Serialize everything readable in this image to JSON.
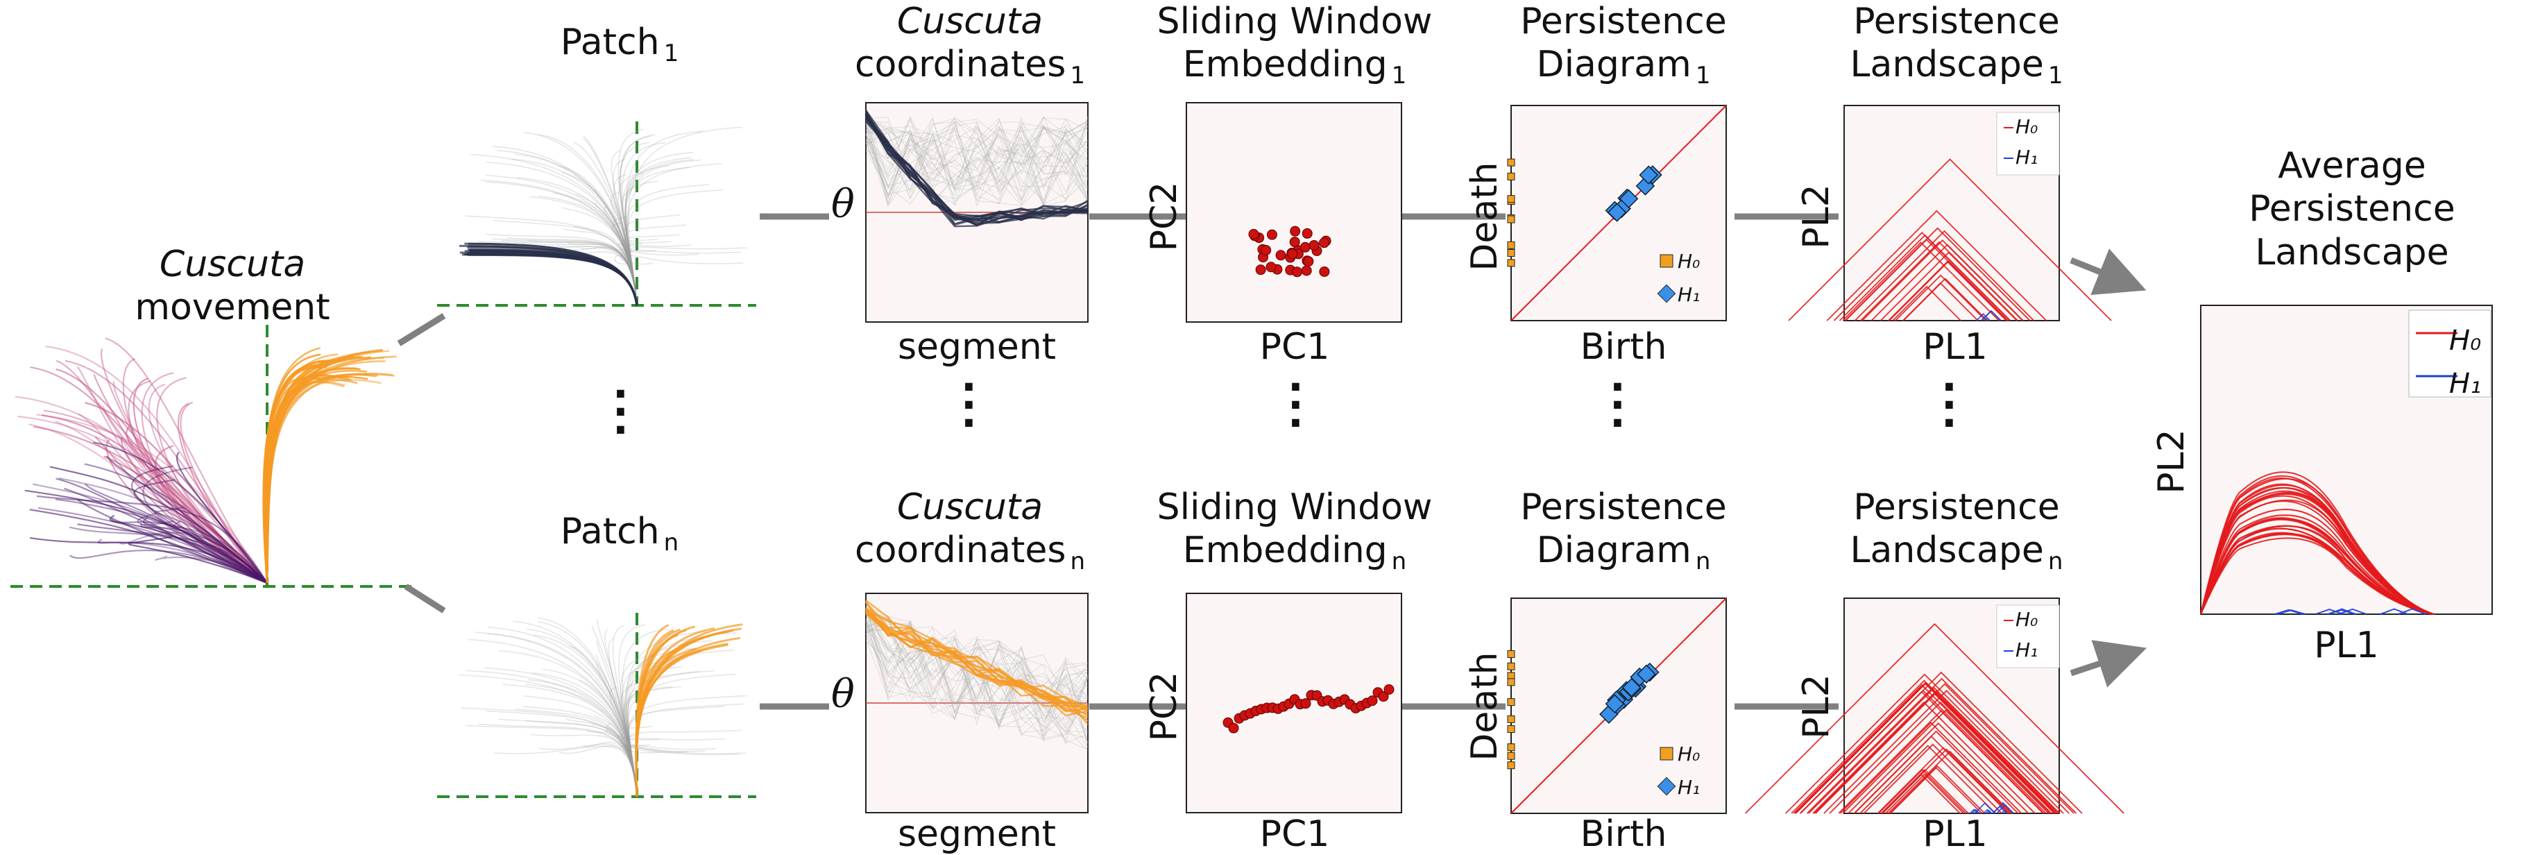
{
  "movement_label": {
    "line1": "Cuscuta",
    "line2": "movement"
  },
  "patch_top": {
    "name": "Patch",
    "index": "1"
  },
  "patch_bottom": {
    "name": "Patch",
    "index": "n"
  },
  "coords_top": {
    "line1": "Cuscuta",
    "line2": "coordinates",
    "index": "1"
  },
  "coords_bottom": {
    "line1": "Cuscuta",
    "line2": "coordinates",
    "index": "n"
  },
  "sw_top": {
    "line1": "Sliding Window",
    "line2": "Embedding",
    "index": "1"
  },
  "sw_bottom": {
    "line1": "Sliding Window",
    "line2": "Embedding",
    "index": "n"
  },
  "pd_top": {
    "line1": "Persistence",
    "line2": "Diagram",
    "index": "1"
  },
  "pd_bottom": {
    "line1": "Persistence",
    "line2": "Diagram",
    "index": "n"
  },
  "pl_top": {
    "line1": "Persistence",
    "line2": "Landscape",
    "index": "1"
  },
  "pl_bottom": {
    "line1": "Persistence",
    "line2": "Landscape",
    "index": "n"
  },
  "avg_title": {
    "line1": "Average",
    "line2": "Persistence",
    "line3": "Landscape"
  },
  "axes": {
    "theta": "θ",
    "segment": "segment",
    "pc1": "PC1",
    "pc2": "PC2",
    "birth": "Birth",
    "death": "Death",
    "pl1": "PL1",
    "pl2": "PL2"
  },
  "legend": {
    "h0": "H₀",
    "h1": "H₁"
  },
  "colors": {
    "arrow": "#808080",
    "dashed": "#2e8b2e",
    "red": "#e31a1c",
    "blue": "#1f3fd6",
    "orange": "#f59a23",
    "purple": "#4b1a6b",
    "pink": "#c85a8a",
    "navy": "#2a2f4a",
    "panel_bg": "#fbf6f5",
    "scatter_red": "#cc1111",
    "pd_blue": "#3a8fe8",
    "pd_orange": "#f0a020"
  }
}
